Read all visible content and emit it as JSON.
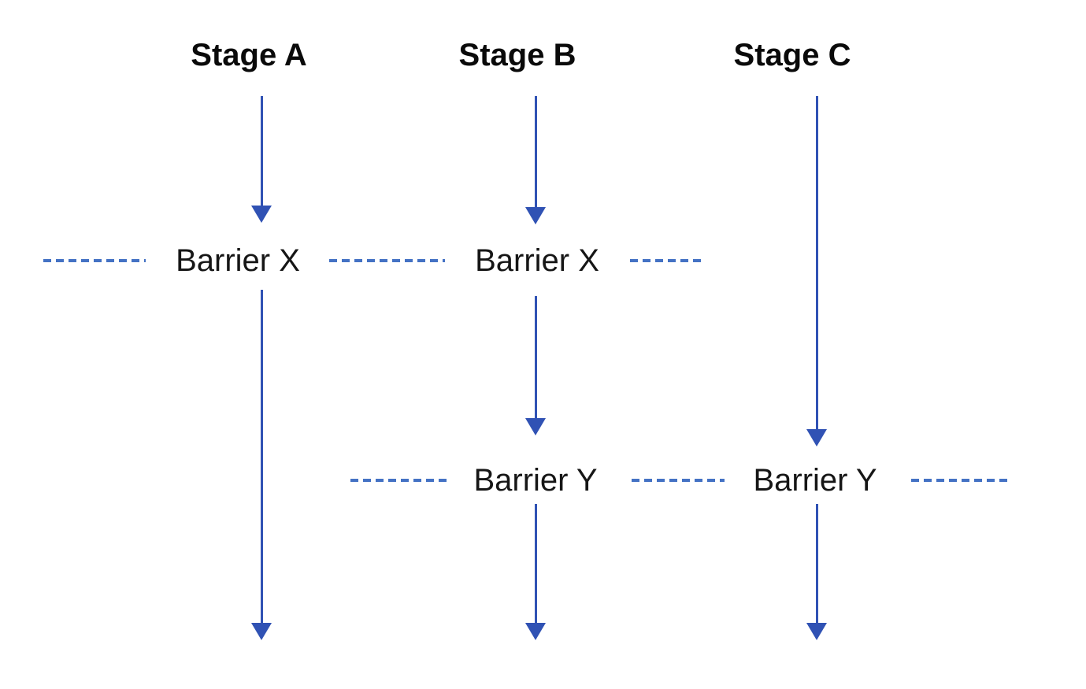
{
  "diagram": {
    "stages": {
      "a": {
        "label": "Stage A"
      },
      "b": {
        "label": "Stage B"
      },
      "c": {
        "label": "Stage C"
      }
    },
    "barriers": {
      "x1": {
        "label": "Barrier X"
      },
      "x2": {
        "label": "Barrier X"
      },
      "y1": {
        "label": "Barrier Y"
      },
      "y2": {
        "label": "Barrier Y"
      }
    },
    "colors": {
      "arrow": "#3052b4",
      "dash": "#4472c4",
      "stage_text": "#0a0a0a",
      "barrier_text": "#161616",
      "background": "#ffffff"
    }
  }
}
